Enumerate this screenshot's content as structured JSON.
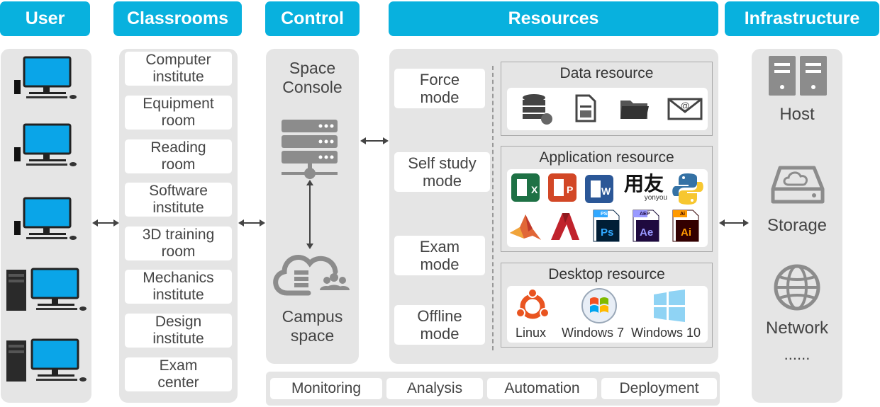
{
  "headers": {
    "user": "User",
    "classrooms": "Classrooms",
    "control": "Control",
    "resources": "Resources",
    "infrastructure": "Infrastructure"
  },
  "classrooms": [
    {
      "l1": "Computer",
      "l2": "institute"
    },
    {
      "l1": "Equipment",
      "l2": "room"
    },
    {
      "l1": "Reading",
      "l2": "room"
    },
    {
      "l1": "Software",
      "l2": "institute"
    },
    {
      "l1": "3D training",
      "l2": "room"
    },
    {
      "l1": "Mechanics",
      "l2": "institute"
    },
    {
      "l1": "Design",
      "l2": "institute"
    },
    {
      "l1": "Exam",
      "l2": "center"
    }
  ],
  "control": {
    "space_console_1": "Space",
    "space_console_2": "Console",
    "campus_1": "Campus",
    "campus_2": "space"
  },
  "modes": [
    {
      "l1": "Force",
      "l2": "mode"
    },
    {
      "l1": "Self study",
      "l2": "mode"
    },
    {
      "l1": "Exam",
      "l2": "mode"
    },
    {
      "l1": "Offline",
      "l2": "mode"
    }
  ],
  "resources": {
    "data_title": "Data resource",
    "app_title": "Application resource",
    "desktop_title": "Desktop resource",
    "yonyou_main": "用友",
    "yonyou_sub": "yonyou",
    "ps": "Ps",
    "ae": "Ae",
    "ai": "Ai",
    "psd_tag": "PSD",
    "aep_tag": "AEP",
    "ai_tag": "Ai",
    "os": [
      "Linux",
      "Windows 7",
      "Windows 10"
    ]
  },
  "bottom": [
    "Monitoring",
    "Analysis",
    "Automation",
    "Deployment"
  ],
  "infrastructure": {
    "host": "Host",
    "storage": "Storage",
    "network": "Network",
    "more": "......"
  },
  "colors": {
    "header": "#08b1de",
    "panel": "#e5e5e5",
    "icon": "#8c8c8c",
    "monitor": "#0aa5e8"
  }
}
